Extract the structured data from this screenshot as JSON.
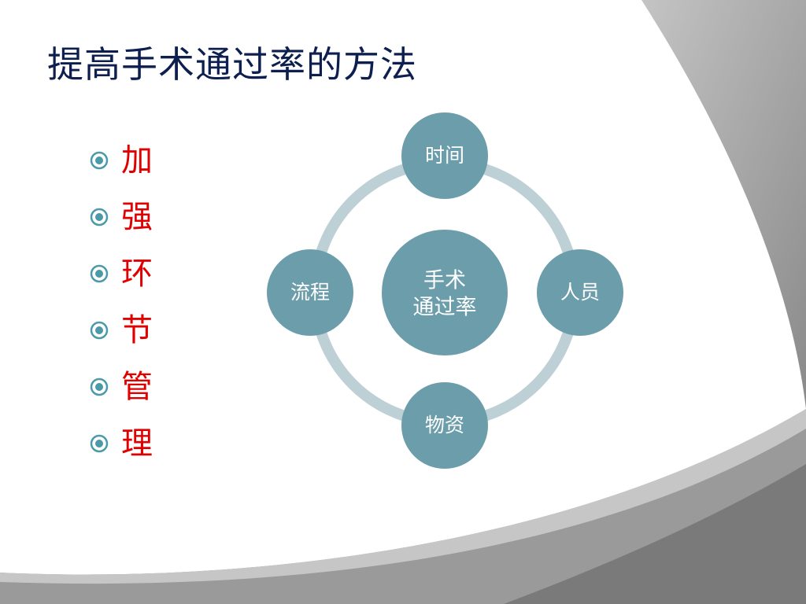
{
  "slide": {
    "title": "提高手术通过率的方法"
  },
  "bullets": [
    "加",
    "强",
    "环",
    "节",
    "管",
    "理"
  ],
  "diagram": {
    "center": {
      "line1": "手术",
      "line2": "通过率"
    },
    "nodes": {
      "top": "时间",
      "right": "人员",
      "bottom": "物资",
      "left": "流程"
    }
  },
  "colors": {
    "title": "#0d1f4f",
    "bullet_text": "#e00000",
    "bullet_icon": "#4a9aa8",
    "node_fill": "#6c9dab",
    "ring": "#bdd0d6",
    "bg_gray_dark": "#7a7a7a",
    "bg_gray_light": "#aaaaaa"
  }
}
